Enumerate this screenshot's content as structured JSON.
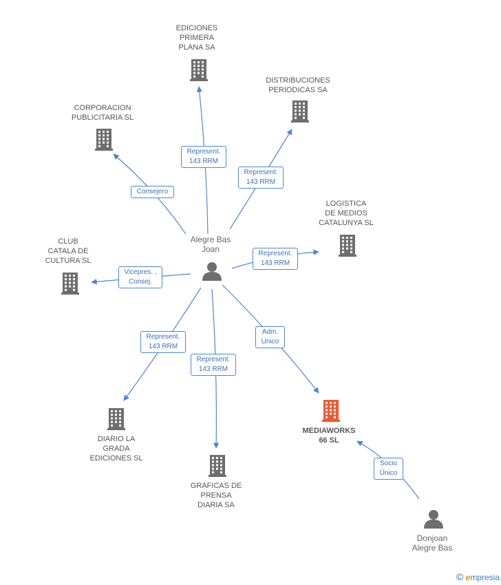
{
  "center": {
    "name_line1": "Alegre Bas",
    "name_line2": "Joan",
    "icon": "person-icon"
  },
  "companies": [
    {
      "id": "ediciones",
      "lines": [
        "EDICIONES",
        "PRIMERA",
        "PLANA SA"
      ],
      "icon": "building-icon"
    },
    {
      "id": "distribuciones",
      "lines": [
        "DISTRIBUCIONES",
        "PERIODICAS SA"
      ],
      "icon": "building-icon"
    },
    {
      "id": "corporacion",
      "lines": [
        "CORPORACION",
        "PUBLICITARIA SL"
      ],
      "icon": "building-icon"
    },
    {
      "id": "logistica",
      "lines": [
        "LOGISTICA",
        "DE MEDIOS",
        "CATALUNYA SL"
      ],
      "icon": "building-icon"
    },
    {
      "id": "club",
      "lines": [
        "CLUB",
        "CATALA DE",
        "CULTURA SL"
      ],
      "icon": "building-icon"
    },
    {
      "id": "diario",
      "lines": [
        "DIARIO LA",
        "GRADA",
        "EDICIONES SL"
      ],
      "icon": "building-icon"
    },
    {
      "id": "graficas",
      "lines": [
        "GRAFICAS DE",
        "PRENSA",
        "DIARIA SA"
      ],
      "icon": "building-icon"
    },
    {
      "id": "mediaworks",
      "lines": [
        "MEDIAWORKS",
        "66 SL"
      ],
      "icon": "building-icon",
      "highlight": true
    }
  ],
  "second_person": {
    "name_line1": "Donjoan",
    "name_line2": "Alegre Bas",
    "icon": "person-icon"
  },
  "relations": [
    {
      "id": "rel-ediciones",
      "lines": [
        "Represent.",
        "143 RRM"
      ]
    },
    {
      "id": "rel-distribuciones",
      "lines": [
        "Represent.",
        "143 RRM"
      ]
    },
    {
      "id": "rel-corporacion",
      "lines": [
        "Consejero"
      ]
    },
    {
      "id": "rel-logistica",
      "lines": [
        "Represent.",
        "143 RRM"
      ]
    },
    {
      "id": "rel-club",
      "lines": [
        "Vicepres. ,",
        "Consej."
      ]
    },
    {
      "id": "rel-diario",
      "lines": [
        "Represent.",
        "143 RRM"
      ]
    },
    {
      "id": "rel-graficas",
      "lines": [
        "Represent.",
        "143 RRM"
      ]
    },
    {
      "id": "rel-mediaworks",
      "lines": [
        "Adm.",
        "Unico"
      ]
    },
    {
      "id": "rel-socio",
      "lines": [
        "Socio",
        "Único"
      ]
    }
  ],
  "colors": {
    "edge": "#4a86d6",
    "building": "#6e6e6e",
    "building_highlight": "#ee5a32",
    "person": "#6e6e6e"
  },
  "brand": {
    "copyright": "©",
    "initial": "e",
    "rest": "mpresia"
  }
}
